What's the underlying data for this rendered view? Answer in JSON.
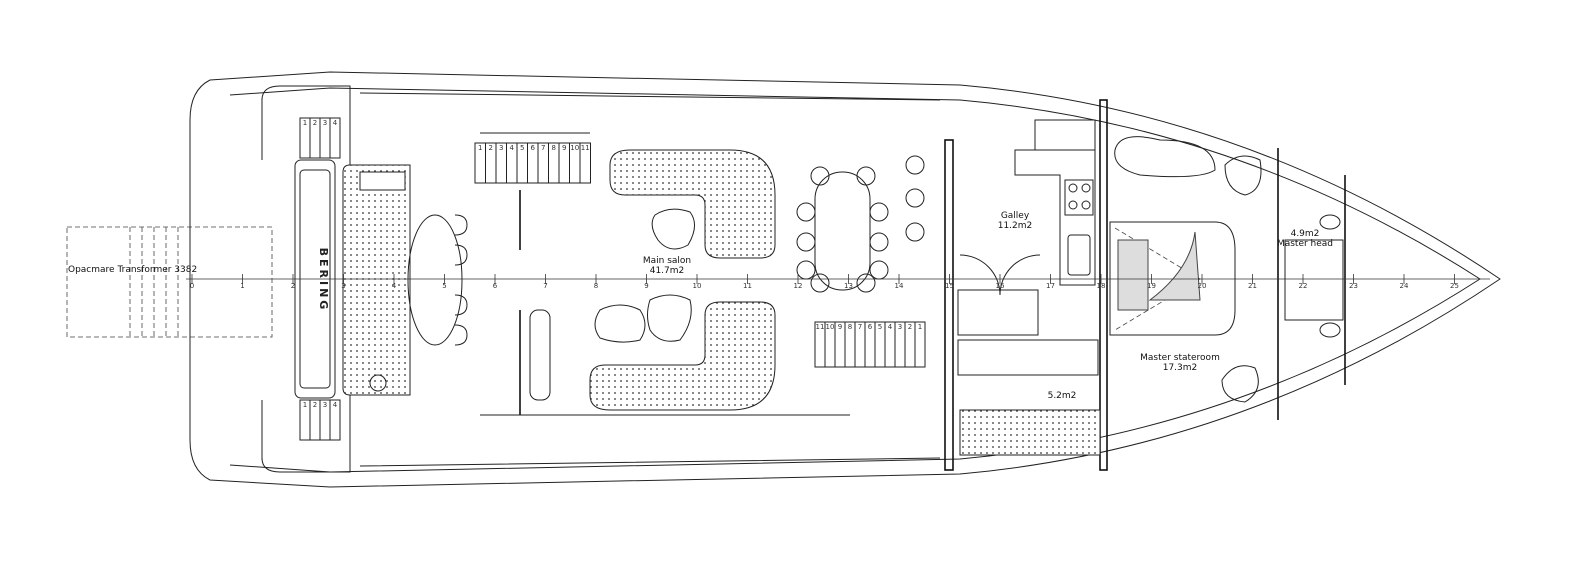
{
  "title": "Deck plan",
  "tender_label": "Opacmare Transformer 3382",
  "logo_text": "BERING",
  "rooms": [
    {
      "name": "Main salon",
      "area": "41.7m2"
    },
    {
      "name": "Galley",
      "area": "11.2m2"
    },
    {
      "name": "Master stateroom",
      "area": "17.3m2"
    },
    {
      "name": "Master head",
      "area": "4.9m2"
    },
    {
      "name": "",
      "area": "5.2m2"
    }
  ],
  "frame_ticks": [
    "0",
    "1",
    "2",
    "3",
    "4",
    "5",
    "6",
    "7",
    "8",
    "9",
    "10",
    "11",
    "12",
    "13",
    "14",
    "15",
    "16",
    "17",
    "18",
    "19",
    "20",
    "21",
    "22",
    "23",
    "24",
    "25"
  ],
  "stair_steps_upper": [
    "1",
    "2",
    "3",
    "4",
    "5",
    "6",
    "7",
    "8",
    "9",
    "10",
    "11"
  ],
  "stair_steps_lower": [
    "11",
    "10",
    "9",
    "8",
    "7",
    "6",
    "5",
    "4",
    "3",
    "2",
    "1"
  ],
  "stern_steps": [
    "1",
    "2",
    "3",
    "4"
  ]
}
